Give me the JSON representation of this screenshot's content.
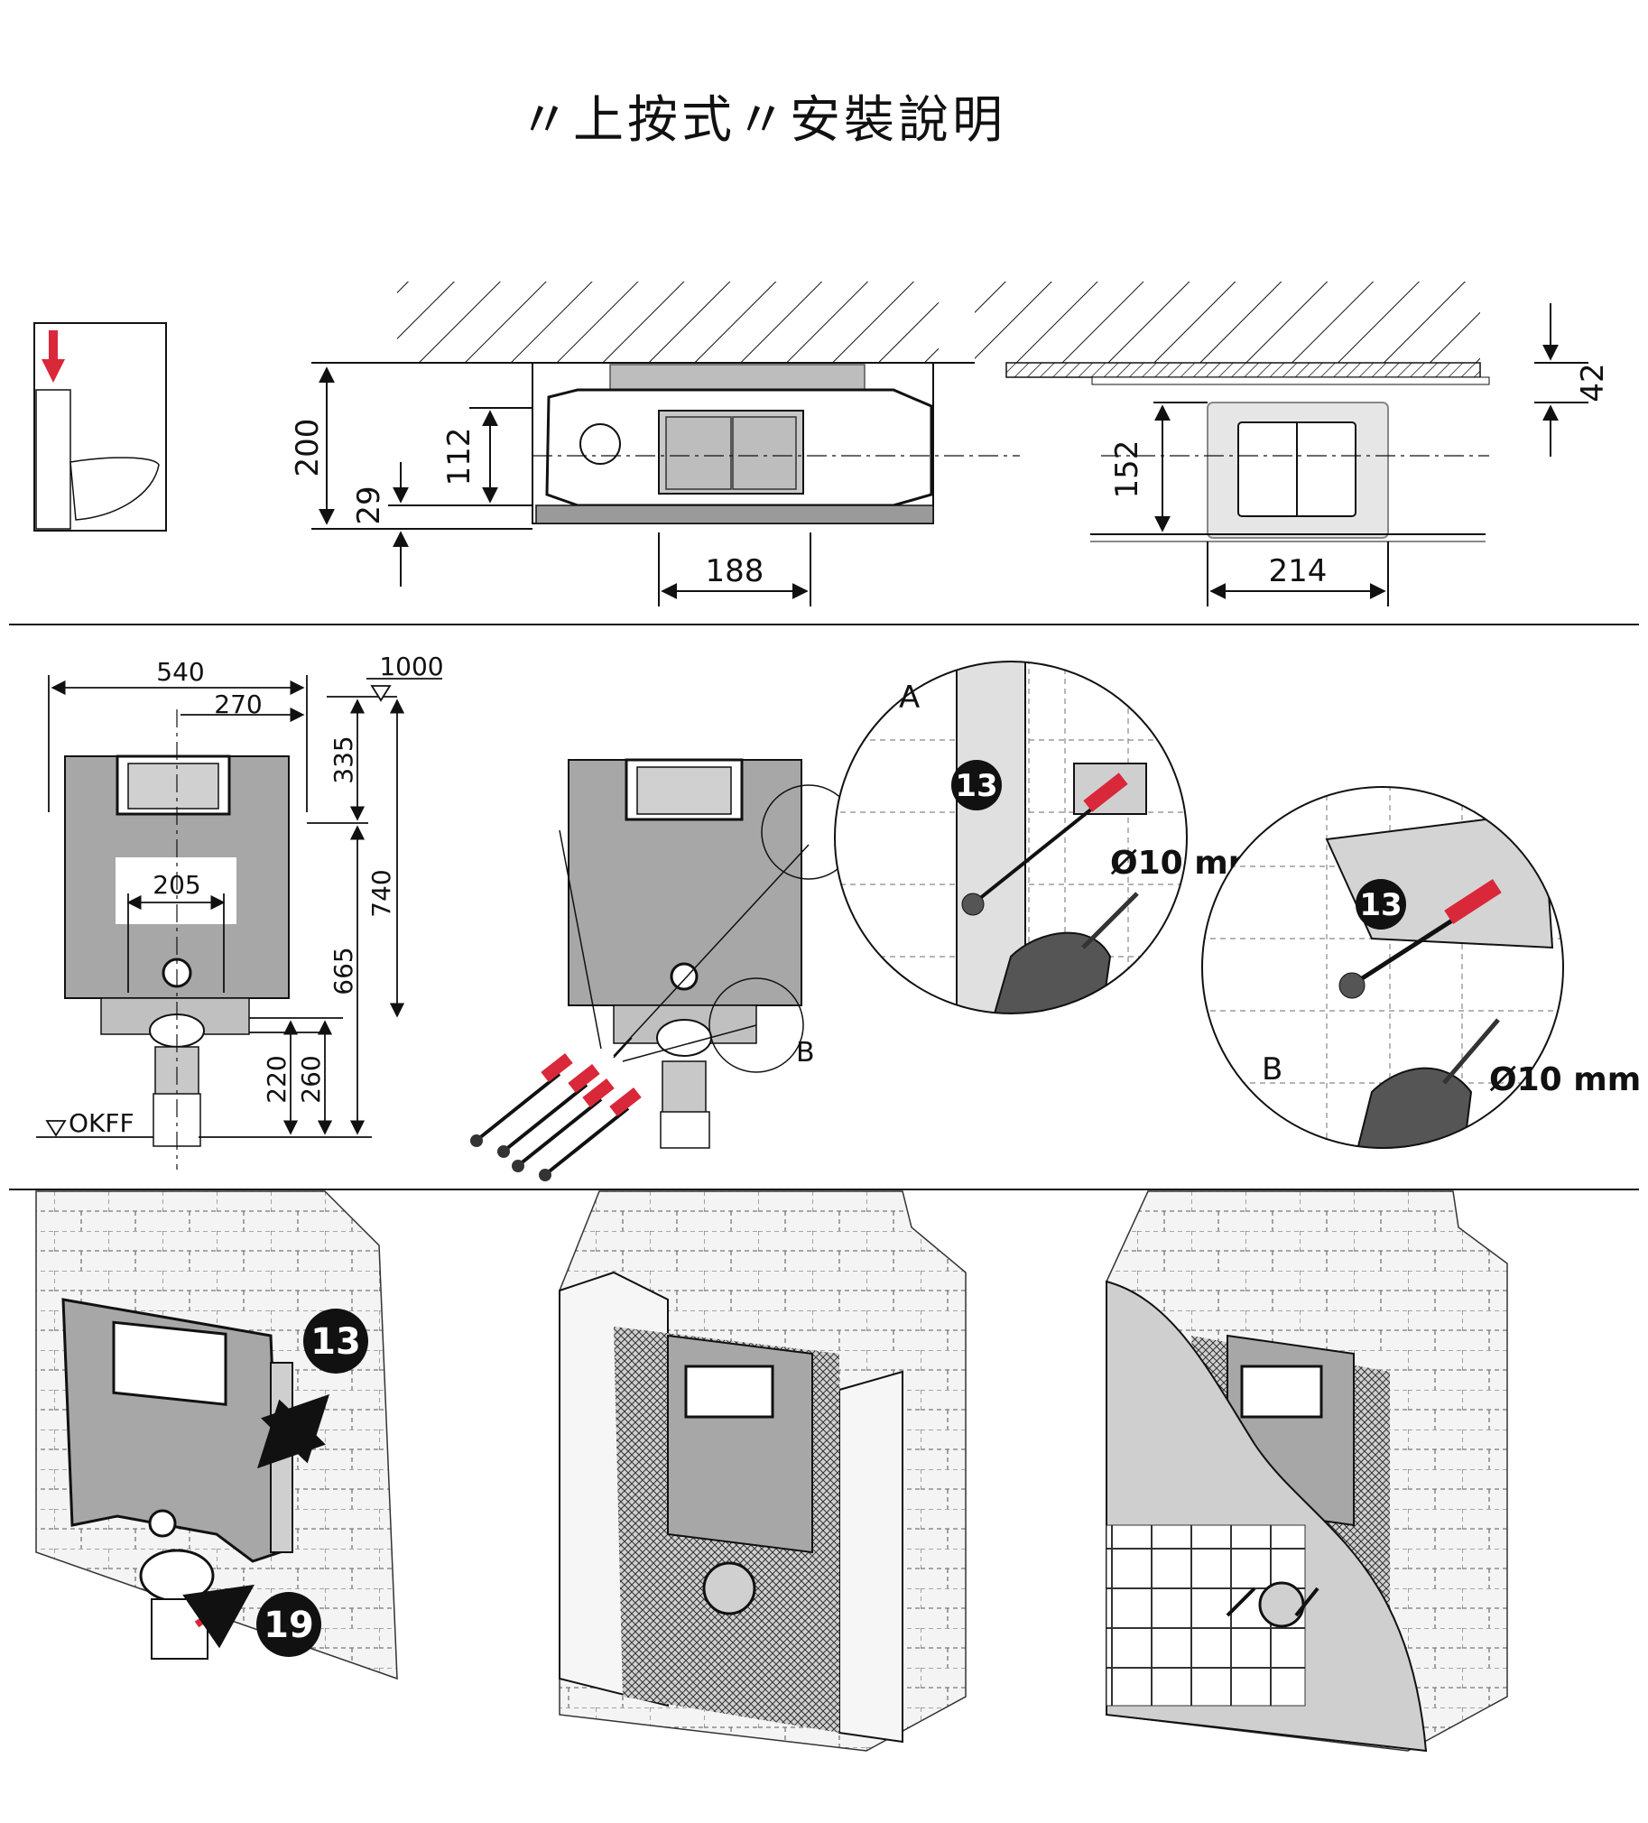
{
  "title": "〃上按式〃安裝說明",
  "colors": {
    "frame_gray": "#a7a7a7",
    "frame_dark": "#555555",
    "plug_red": "#d9283a",
    "line": "#111111",
    "badge": "#111111"
  },
  "icons": [
    "push-top-arrow-icon",
    "toilet-icon",
    "drill-icon",
    "screw-icon",
    "wall-plug-icon",
    "washer-icon"
  ],
  "top_section": {
    "dimensions": {
      "d200": "200",
      "d112": "112",
      "d29": "29",
      "d188": "188",
      "d152": "152",
      "d214": "214",
      "d42": "42"
    }
  },
  "middle_section": {
    "dimensions": {
      "d540": "540",
      "d270": "270",
      "d1000": "1000",
      "d335": "335",
      "d205": "205",
      "d740": "740",
      "d665": "665",
      "d220": "220",
      "d260": "260"
    },
    "okff_label": "OKFF",
    "callout_a": "A",
    "callout_b": "B",
    "detail_a": {
      "label": "A",
      "badge": "13",
      "drill_size": "Ø10 mm"
    },
    "detail_b": {
      "label": "B",
      "badge": "13",
      "drill_size": "Ø10 mm"
    }
  },
  "bottom_section": {
    "badge_13": "13",
    "badge_19": "19"
  }
}
